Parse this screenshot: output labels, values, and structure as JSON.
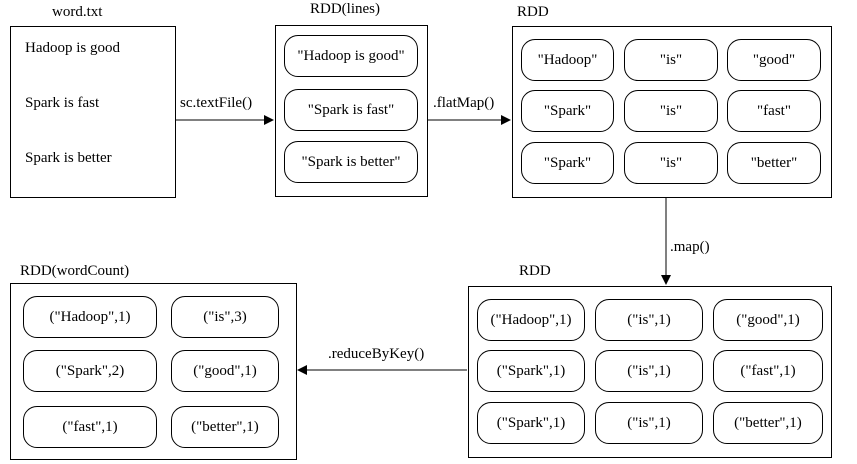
{
  "nodes": {
    "word_txt": {
      "title": "word.txt",
      "lines": [
        "Hadoop is good",
        "Spark is fast",
        "Spark is better"
      ]
    },
    "rdd_lines": {
      "title": "RDD(lines)",
      "items": [
        "\"Hadoop is good\"",
        "\"Spark is fast\"",
        "\"Spark is better\""
      ]
    },
    "rdd_words": {
      "title": "RDD",
      "items": [
        "\"Hadoop\"",
        "\"is\"",
        "\"good\"",
        "\"Spark\"",
        "\"is\"",
        "\"fast\"",
        "\"Spark\"",
        "\"is\"",
        "\"better\""
      ]
    },
    "rdd_pairs": {
      "title": "RDD",
      "items": [
        "(\"Hadoop\",1)",
        "(\"is\",1)",
        "(\"good\",1)",
        "(\"Spark\",1)",
        "(\"is\",1)",
        "(\"fast\",1)",
        "(\"Spark\",1)",
        "(\"is\",1)",
        "(\"better\",1)"
      ]
    },
    "rdd_wordcount": {
      "title": "RDD(wordCount)",
      "items": [
        "(\"Hadoop\",1)",
        "(\"is\",3)",
        "(\"Spark\",2)",
        "(\"good\",1)",
        "(\"fast\",1)",
        "(\"better\",1)"
      ]
    }
  },
  "edges": {
    "textfile": ".sc.textFile()",
    "flatmap": ".flatMap()",
    "map": ".map()",
    "reducebykey": ".reduceByKey()"
  }
}
